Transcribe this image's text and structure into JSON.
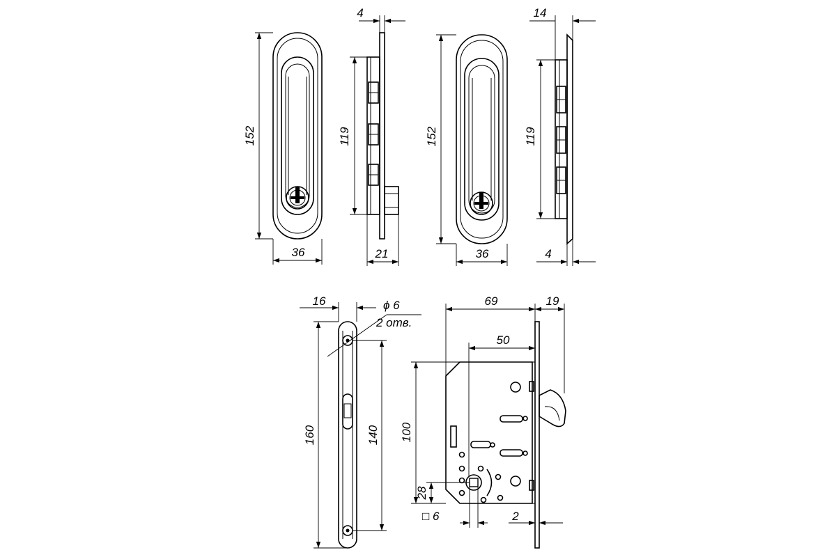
{
  "views": {
    "handle_round_front": {
      "height": "152",
      "width": "36"
    },
    "handle_round_side": {
      "depth_top": "4",
      "insert_height": "119",
      "depth_bottom": "21"
    },
    "handle_oval_front": {
      "height": "152",
      "width": "36"
    },
    "handle_oval_side": {
      "depth_top": "14",
      "insert_height": "119",
      "depth_bottom": "4"
    },
    "faceplate": {
      "width": "16",
      "hole_diameter": "ϕ 6",
      "hole_count": "2 отв.",
      "height": "160",
      "hole_spacing": "140"
    },
    "lock_body": {
      "total_depth": "69",
      "plate_offset": "19",
      "backset": "50",
      "height": "100",
      "spindle_offset": "28",
      "square": "□ 6",
      "plate_thickness": "2"
    }
  }
}
